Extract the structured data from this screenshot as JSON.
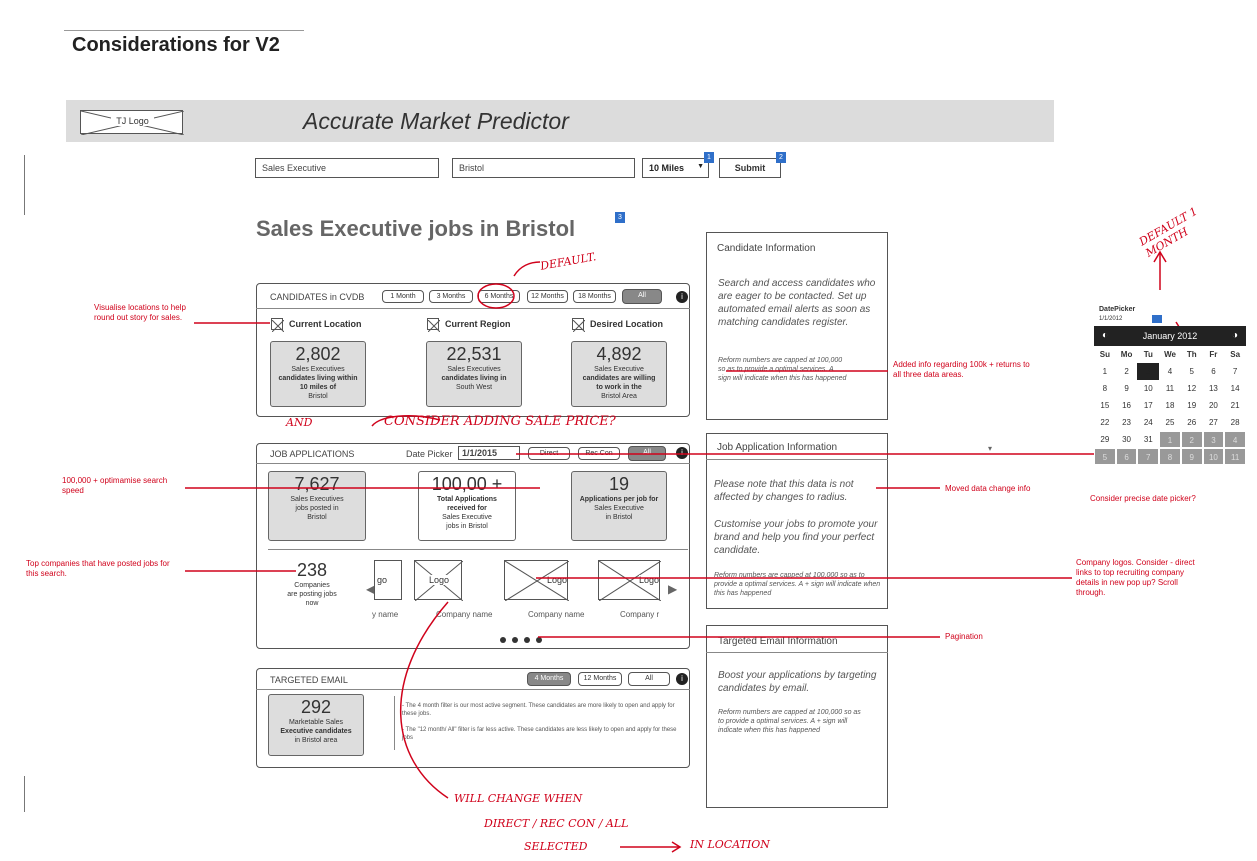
{
  "page": {
    "title": "Considerations for V2"
  },
  "header": {
    "logo": "TJ Logo",
    "app_title": "Accurate Market Predictor"
  },
  "search": {
    "job_value": "Sales Executive",
    "location_value": "Bristol",
    "radius_value": "10 Miles",
    "submit_label": "Submit",
    "badge1": "1",
    "badge2": "2",
    "badge3": "3"
  },
  "main": {
    "heading": "Sales Executive jobs in Bristol"
  },
  "candidates": {
    "label": "CANDIDATES in CVDB",
    "filters": [
      "1 Month",
      "3 Months",
      "6 Months",
      "12 Months",
      "18 Months",
      "All"
    ],
    "info": "i",
    "locations": [
      "Current Location",
      "Current Region",
      "Desired Location"
    ],
    "stats": [
      {
        "value": "2,802",
        "line1": "Sales Executives",
        "line2": "candidates living within",
        "line3": "10 miles of",
        "line4": "Bristol"
      },
      {
        "value": "22,531",
        "line1": "Sales Executives",
        "line2": "candidates living in",
        "line3": "South West",
        "line4": ""
      },
      {
        "value": "4,892",
        "line1": "Sales Executive",
        "line2": "candidates are willing",
        "line3": "to work in the",
        "line4": "Bristol Area"
      }
    ]
  },
  "applications": {
    "label": "JOB APPLICATIONS",
    "date_label": "Date Picker",
    "date_value": "1/1/2015",
    "filters": [
      "Direct",
      "Rec Con",
      "All"
    ],
    "info": "i",
    "stats": [
      {
        "value": "7,627",
        "line1": "Sales Executives",
        "line2": "jobs posted in",
        "line3": "Bristol",
        "line4": ""
      },
      {
        "value": "100,00 +",
        "line1": "Total Applications",
        "line2": "received for",
        "line3": "Sales Executive",
        "line4": "jobs in Bristol"
      },
      {
        "value": "19",
        "line1": "Applications per job for",
        "line2": "Sales Executive",
        "line3": "in Bristol",
        "line4": ""
      }
    ],
    "companies_count": "238",
    "companies_line1": "Companies",
    "companies_line2": "are posting jobs",
    "companies_line3": "now",
    "company_partial_left": "go",
    "company_name_partial": "y name",
    "company_logo": "Logo",
    "company_name": "Company name",
    "company_name_cut": "Company r"
  },
  "email": {
    "label": "TARGETED EMAIL",
    "filters": [
      "4 Months",
      "12 Months",
      "All"
    ],
    "info": "i",
    "value": "292",
    "line1": "Marketable Sales",
    "line2": "Executive candidates",
    "line3": "in Bristol area",
    "note1": "- The 4 month filter is our most active segment. These candidates are more likely to open and apply for these jobs.",
    "note2": "- The \"12 month/ All\" filter is far less active. These candidates are less likely to open and apply for these jobs"
  },
  "side": {
    "candidate_title": "Candidate Information",
    "candidate_text": "Search and access candidates who are eager to be contacted. Set up automated email alerts as soon as matching candidates register.",
    "candidate_small": "Reform numbers are capped at 100,000 so as to provide a optimal services. A sign will indicate when this has happened",
    "job_title": "Job Application Information",
    "job_text1": "Please note that this data is not affected by changes to radius.",
    "job_text2": "Customise your jobs to promote your brand and help you find your perfect candidate.",
    "job_small": "Reform numbers are capped at 100,000 so as to provide a optimal services. A + sign will indicate when this has happened",
    "email_title": "Targeted Email Information",
    "email_text": "Boost your applications by targeting candidates by email.",
    "email_small": "Reform numbers are capped at 100,000 so as to provide a optimal services. A + sign will indicate when this has happened"
  },
  "annotations": {
    "visualise": "Visualise locations to help round out story for sales.",
    "optimise": "100,000 + optimamise search speed",
    "top_companies": "Top companies that have posted jobs for this search.",
    "added_info": "Added info regarding 100k + returns to all three data areas.",
    "moved": "Moved data change info",
    "company_logos": "Company logos. Consider - direct links to top recruiting company details in new pop up? Scroll through.",
    "pagination": "Pagination",
    "precise": "Consider precise date picker?",
    "default1": "DEFAULT.",
    "and": "AND",
    "consider_salary": "CONSIDER ADDING SALE PRICE?",
    "default_month": "DEFAULT 1 MONTH",
    "will_change1": "WILL CHANGE WHEN",
    "will_change2": "DIRECT / REC CON / ALL",
    "will_change3": "SELECTED",
    "in_location": "IN LOCATION"
  },
  "calendar": {
    "title": "DatePicker",
    "input": "1/1/2012",
    "month": "January 2012",
    "dow": [
      "Su",
      "Mo",
      "Tu",
      "We",
      "Th",
      "Fr",
      "Sa"
    ],
    "weeks": [
      [
        "1",
        "2",
        "3",
        "4",
        "5",
        "6",
        "7"
      ],
      [
        "8",
        "9",
        "10",
        "11",
        "12",
        "13",
        "14"
      ],
      [
        "15",
        "16",
        "17",
        "18",
        "19",
        "20",
        "21"
      ],
      [
        "22",
        "23",
        "24",
        "25",
        "26",
        "27",
        "28"
      ],
      [
        "29",
        "30",
        "31",
        "1",
        "2",
        "3",
        "4"
      ],
      [
        "5",
        "6",
        "7",
        "8",
        "9",
        "10",
        "11"
      ]
    ]
  },
  "colors": {
    "annotation_red": "#d0021b",
    "badge_blue": "#2f6fc9",
    "banner_gray": "#dcdcdc"
  }
}
